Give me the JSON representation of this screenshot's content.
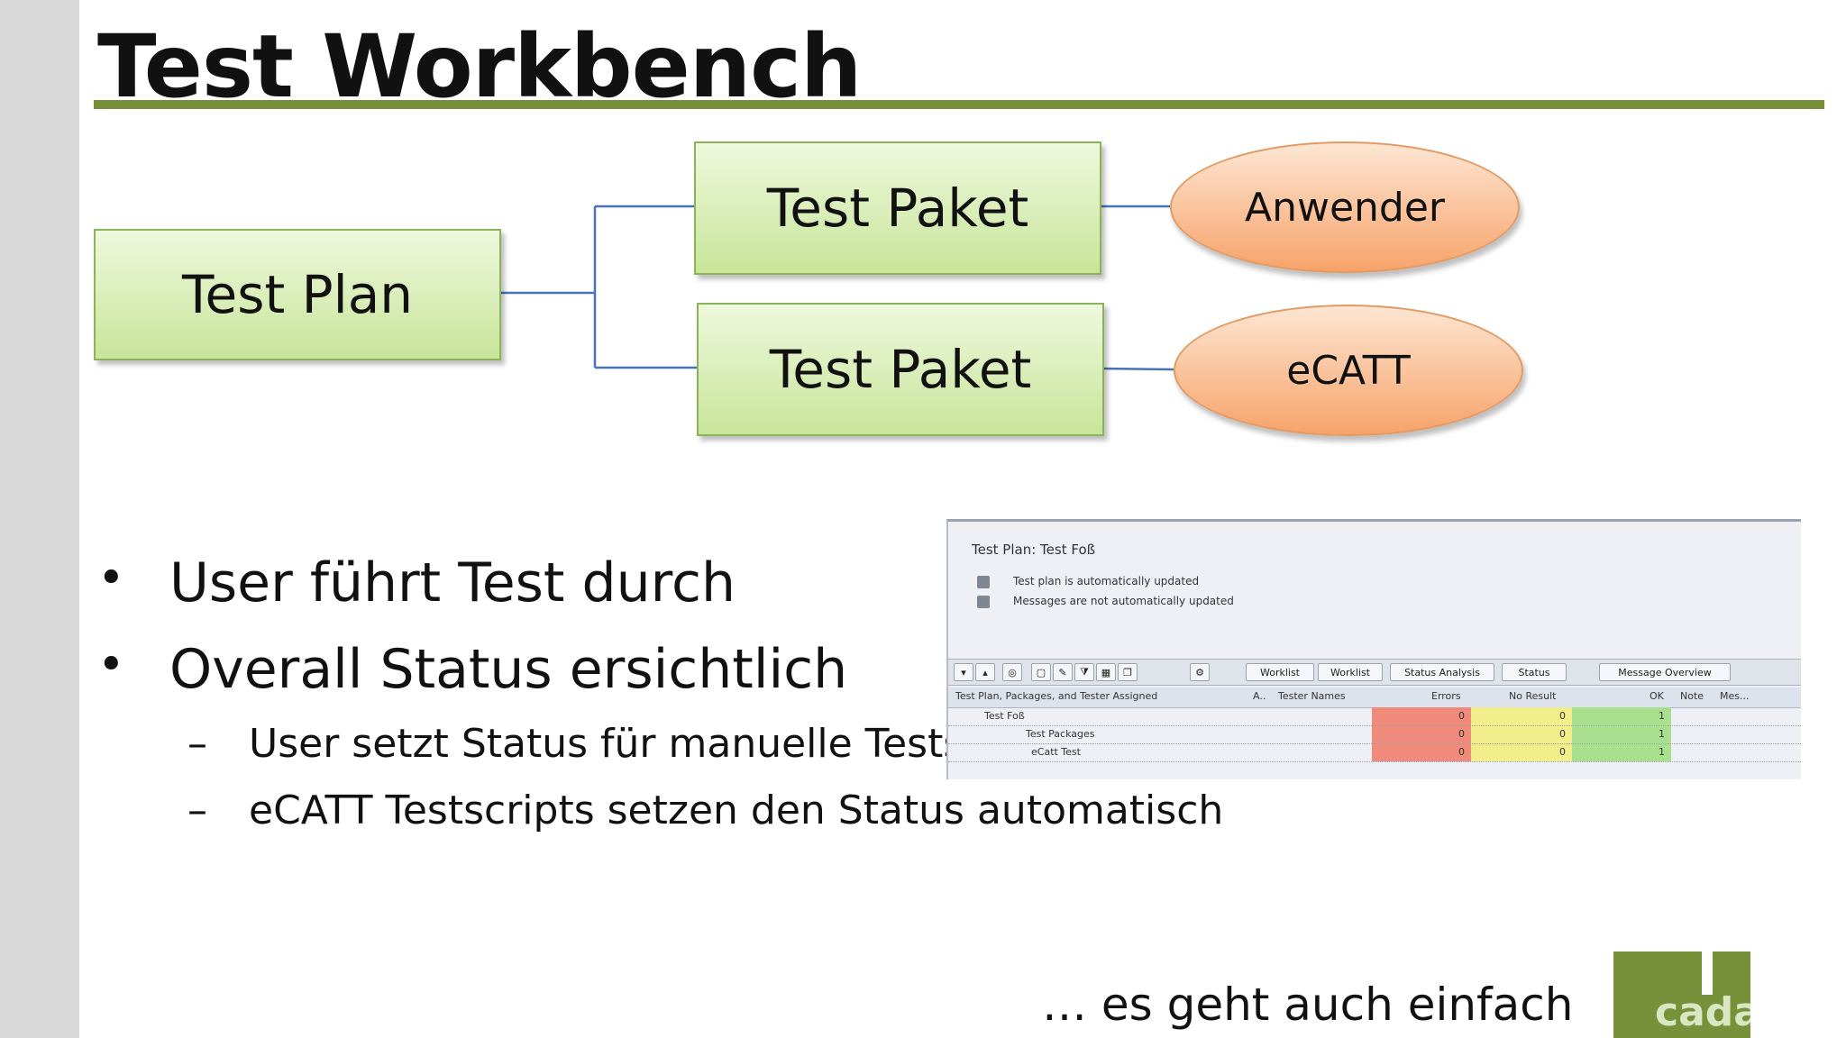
{
  "slide": {
    "title": "Test Workbench",
    "accent_color": "#77913a",
    "sidebar_color": "#d9d9d9"
  },
  "diagram": {
    "root": "Test Plan",
    "packages": [
      {
        "label": "Test Paket",
        "target": "Anwender"
      },
      {
        "label": "Test Paket",
        "target": "eCATT"
      }
    ],
    "box_color": "#c8e59a",
    "oval_color": "#f7a36a",
    "connector_color": "#4a72b8"
  },
  "bullets": [
    {
      "text": "User führt Test durch",
      "marker": "•"
    },
    {
      "text": "Overall Status ersichtlich",
      "marker": "•"
    }
  ],
  "sub_bullets": [
    {
      "text": "User setzt Status für manuelle Tests",
      "marker": "–"
    },
    {
      "text": "eCATT Testscripts setzen den Status automatisch",
      "marker": "–"
    }
  ],
  "screenshot": {
    "title": "Test Plan: Test Foß",
    "messages": [
      "Test plan is automatically updated",
      "Messages are not automatically updated"
    ],
    "toolbar_buttons": [
      "Worklist",
      "Worklist",
      "Status Analysis",
      "Status",
      "Message Overview"
    ],
    "columns": [
      "Test Plan, Packages, and Tester Assigned",
      "A..",
      "Tester Names",
      "Errors",
      "No Result",
      "OK",
      "Note",
      "Mes..."
    ],
    "rows": [
      {
        "name": "Test Foß",
        "errors": "0",
        "no_result": "0",
        "ok": "1"
      },
      {
        "name": "Test Packages",
        "errors": "0",
        "no_result": "0",
        "ok": "1"
      },
      {
        "name": "eCatt Test",
        "errors": "0",
        "no_result": "0",
        "ok": "1"
      }
    ],
    "status_colors": {
      "errors": "#f08a7a",
      "no_result": "#f3ee8c",
      "ok": "#a8e08e"
    }
  },
  "footer": {
    "text": "… es geht auch einfach",
    "logo_text": "cadaxo"
  }
}
